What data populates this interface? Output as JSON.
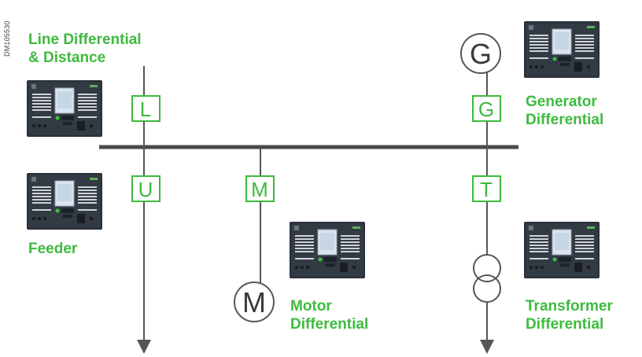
{
  "reference_code": "DM105530",
  "labels": {
    "line_differential": "Line Differential\n& Distance",
    "generator_differential": "Generator\nDifferential",
    "feeder": "Feeder",
    "motor_differential": "Motor\nDifferential",
    "transformer_differential": "Transformer\nDifferential"
  },
  "function_boxes": {
    "L": "L",
    "U": "U",
    "M": "M",
    "G": "G",
    "T": "T"
  },
  "machines": {
    "generator": "G",
    "motor": "M"
  },
  "colors": {
    "accent_green": "#3dbb3d",
    "line": "#555555",
    "busbar": "#4a4a4a",
    "relay_body": "#2a3038"
  }
}
